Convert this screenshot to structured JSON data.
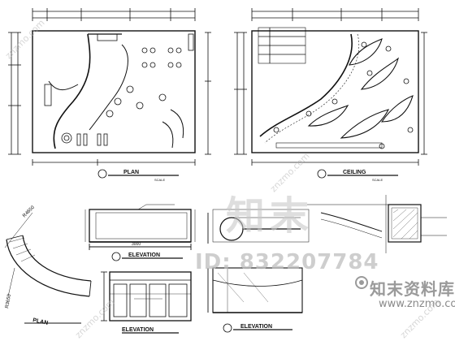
{
  "panels": {
    "plan_top": {
      "title": "PLAN"
    },
    "ceiling": {
      "title": "CEILING"
    },
    "elevation_top": {
      "title": "ELEVATION"
    },
    "plan_bottom": {
      "title": "PLAN"
    },
    "elevation_bottom": {
      "title": "ELEVATION"
    },
    "elevation_right": {
      "title": "ELEVATION"
    }
  },
  "dimensions": {
    "elev_width": "3000",
    "arc_r1": "R4650",
    "arc_r2": "R3650"
  },
  "watermark": {
    "big": "知末",
    "id": "ID: 832207784",
    "brand": "知末资料库",
    "url": "www.znzmo.com",
    "diag": "znzmo.com"
  },
  "colors": {
    "line": "#111111",
    "watermark": "#c8c8c8"
  }
}
